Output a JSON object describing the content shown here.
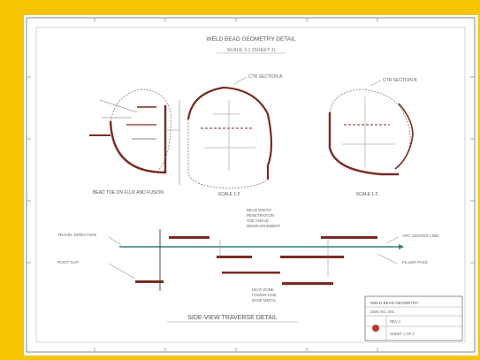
{
  "page": {
    "frame_color": "#f6c400",
    "ink_color": "#6b6b6b",
    "accent_red": "#7a2a22",
    "accent_teal": "#2f7f7a"
  },
  "drawing": {
    "title_line1": "WELD BEAD GEOMETRY DETAIL",
    "title_line2": "SCALE 1:1  (SHEET 1)",
    "caption_left": "BEAD TOE ON FLUX AND FUSION",
    "caption_scale_left": "SCALE 1:2",
    "caption_right": "SCALE 1:2",
    "bottom_title": "SIDE-VIEW TRAVERSE DETAIL",
    "callouts": {
      "mid_circle": "CTR SECTION A",
      "right_circle": "CTR SECTION B",
      "left_arrow": "TRAVEL DIRECTION",
      "right_arrow": "ARC CENTER LINE",
      "left_lower": "ROOT GAP",
      "right_lower": "FILLER PASS"
    },
    "stack_notes": [
      "BEAD WIDTH",
      "PENETRATION",
      "TOE ANGLE",
      "REINFORCEMENT"
    ],
    "stack_notes_lower": [
      "HEAT ZONE",
      "FUSION LINE",
      "BASE METAL"
    ],
    "title_block": {
      "row1": "WELD BEAD GEOMETRY",
      "row2": "DWG NO. 001",
      "row3": "REV A",
      "row4": "SHEET 1 OF 1"
    }
  }
}
